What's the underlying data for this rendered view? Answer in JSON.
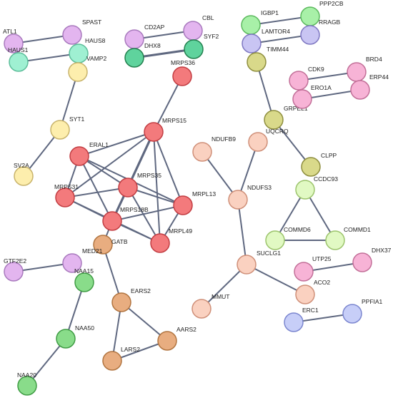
{
  "network": {
    "colors": {
      "violet": [
        "#e3b5ef",
        "#a879bd"
      ],
      "mint": [
        "#9ff0d2",
        "#5cbd99"
      ],
      "yellow": [
        "#fdeead",
        "#c8b36b"
      ],
      "red": [
        "#f37a7c",
        "#c23d42"
      ],
      "peach": [
        "#fad1c0",
        "#cf8f78"
      ],
      "green": [
        "#89dc8a",
        "#3f9c44"
      ],
      "tan": [
        "#e8ad80",
        "#b1743f"
      ],
      "lightgreen": [
        "#a8f0a8",
        "#5cb95e"
      ],
      "lavender": [
        "#c9c5f3",
        "#7e77c1"
      ],
      "olive": [
        "#d9d98a",
        "#8e8e3e"
      ],
      "palegreen": [
        "#e1f9c3",
        "#9cc46c"
      ],
      "pink": [
        "#f7b3d6",
        "#c26f98"
      ],
      "blue": [
        "#c7cef8",
        "#7b86cf"
      ],
      "darkgreen": [
        "#5fd39d",
        "#22804e"
      ]
    },
    "nodes": [
      {
        "id": "ATL1",
        "label": "ATL1",
        "color": "violet"
      },
      {
        "id": "SPAST",
        "label": "SPAST",
        "color": "violet"
      },
      {
        "id": "HAUS1",
        "label": "HAUS1",
        "color": "mint"
      },
      {
        "id": "HAUS8",
        "label": "HAUS8",
        "color": "mint"
      },
      {
        "id": "VAMP2",
        "label": "VAMP2",
        "color": "yellow"
      },
      {
        "id": "SYT1",
        "label": "SYT1",
        "color": "yellow"
      },
      {
        "id": "SV2A",
        "label": "SV2A",
        "color": "yellow"
      },
      {
        "id": "CD2AP",
        "label": "CD2AP",
        "color": "violet"
      },
      {
        "id": "CBL",
        "label": "CBL",
        "color": "violet"
      },
      {
        "id": "DHX8",
        "label": "DHX8",
        "color": "darkgreen"
      },
      {
        "id": "SYF2",
        "label": "SYF2",
        "color": "darkgreen"
      },
      {
        "id": "MRPS36",
        "label": "MRPS36",
        "color": "red"
      },
      {
        "id": "MRPS15",
        "label": "MRPS15",
        "color": "red"
      },
      {
        "id": "ERAL1",
        "label": "ERAL1",
        "color": "red"
      },
      {
        "id": "MRPS35",
        "label": "MRPS35",
        "color": "red"
      },
      {
        "id": "MRPS31",
        "label": "MRPS31",
        "color": "red"
      },
      {
        "id": "MRPL13",
        "label": "MRPL13",
        "color": "red"
      },
      {
        "id": "MRPS18B",
        "label": "MRPS18B",
        "color": "red"
      },
      {
        "id": "MRPL49",
        "label": "MRPL49",
        "color": "red"
      },
      {
        "id": "GATB",
        "label": "GATB",
        "color": "tan"
      },
      {
        "id": "IGBP1",
        "label": "IGBP1",
        "color": "lightgreen"
      },
      {
        "id": "PPP2CB",
        "label": "PPP2CB",
        "color": "lightgreen"
      },
      {
        "id": "LAMTOR4",
        "label": "LAMTOR4",
        "color": "lavender"
      },
      {
        "id": "RRAGB",
        "label": "RRAGB",
        "color": "lavender"
      },
      {
        "id": "TIMM44",
        "label": "TIMM44",
        "color": "olive"
      },
      {
        "id": "GRPEL1",
        "label": "GRPEL1",
        "color": "olive"
      },
      {
        "id": "CLPP",
        "label": "CLPP",
        "color": "olive"
      },
      {
        "id": "CDK9",
        "label": "CDK9",
        "color": "pink"
      },
      {
        "id": "BRD4",
        "label": "BRD4",
        "color": "pink"
      },
      {
        "id": "ERO1A",
        "label": "ERO1A",
        "color": "pink"
      },
      {
        "id": "ERP44",
        "label": "ERP44",
        "color": "pink"
      },
      {
        "id": "NDUFB9",
        "label": "NDUFB9",
        "color": "peach"
      },
      {
        "id": "UQCRQ",
        "label": "UQCRQ",
        "color": "peach"
      },
      {
        "id": "NDUFS3",
        "label": "NDUFS3",
        "color": "peach"
      },
      {
        "id": "SUCLG1",
        "label": "SUCLG1",
        "color": "peach"
      },
      {
        "id": "MMUT",
        "label": "MMUT",
        "color": "peach"
      },
      {
        "id": "ACO2",
        "label": "ACO2",
        "color": "peach"
      },
      {
        "id": "CCDC93",
        "label": "CCDC93",
        "color": "palegreen"
      },
      {
        "id": "COMMD6",
        "label": "COMMD6",
        "color": "palegreen"
      },
      {
        "id": "COMMD1",
        "label": "COMMD1",
        "color": "palegreen"
      },
      {
        "id": "UTP25",
        "label": "UTP25",
        "color": "pink"
      },
      {
        "id": "DHX37",
        "label": "DHX37",
        "color": "pink"
      },
      {
        "id": "ERC1",
        "label": "ERC1",
        "color": "blue"
      },
      {
        "id": "PPFIA1",
        "label": "PPFIA1",
        "color": "blue"
      },
      {
        "id": "GTF2E2",
        "label": "GTF2E2",
        "color": "violet"
      },
      {
        "id": "MED21",
        "label": "MED21",
        "color": "violet"
      },
      {
        "id": "NAA15",
        "label": "NAA15",
        "color": "green"
      },
      {
        "id": "NAA50",
        "label": "NAA50",
        "color": "green"
      },
      {
        "id": "NAA20",
        "label": "NAA20",
        "color": "green"
      },
      {
        "id": "EARS2",
        "label": "EARS2",
        "color": "tan"
      },
      {
        "id": "AARS2",
        "label": "AARS2",
        "color": "tan"
      },
      {
        "id": "LARS2",
        "label": "LARS2",
        "color": "tan"
      }
    ],
    "edges": [
      {
        "source": "ATL1",
        "target": "SPAST",
        "weight": 2
      },
      {
        "source": "HAUS1",
        "target": "HAUS8",
        "weight": 2
      },
      {
        "source": "VAMP2",
        "target": "SYT1",
        "weight": 2
      },
      {
        "source": "SYT1",
        "target": "SV2A",
        "weight": 2
      },
      {
        "source": "CD2AP",
        "target": "CBL",
        "weight": 2
      },
      {
        "source": "DHX8",
        "target": "SYF2",
        "weight": 3
      },
      {
        "source": "MRPS36",
        "target": "MRPS15",
        "weight": 2
      },
      {
        "source": "MRPS15",
        "target": "ERAL1",
        "weight": 2
      },
      {
        "source": "MRPS15",
        "target": "MRPS35",
        "weight": 3
      },
      {
        "source": "MRPS15",
        "target": "MRPS31",
        "weight": 2
      },
      {
        "source": "MRPS15",
        "target": "MRPS18B",
        "weight": 3
      },
      {
        "source": "MRPS15",
        "target": "MRPL13",
        "weight": 2
      },
      {
        "source": "MRPS15",
        "target": "MRPL49",
        "weight": 2
      },
      {
        "source": "ERAL1",
        "target": "MRPS35",
        "weight": 2
      },
      {
        "source": "ERAL1",
        "target": "MRPS18B",
        "weight": 2
      },
      {
        "source": "ERAL1",
        "target": "MRPS31",
        "weight": 2
      },
      {
        "source": "ERAL1",
        "target": "MRPL13",
        "weight": 2
      },
      {
        "source": "MRPS35",
        "target": "MRPS31",
        "weight": 2
      },
      {
        "source": "MRPS35",
        "target": "MRPS18B",
        "weight": 3
      },
      {
        "source": "MRPS35",
        "target": "MRPL13",
        "weight": 2
      },
      {
        "source": "MRPS35",
        "target": "MRPL49",
        "weight": 2
      },
      {
        "source": "MRPS31",
        "target": "MRPS18B",
        "weight": 2
      },
      {
        "source": "MRPS31",
        "target": "MRPL49",
        "weight": 2
      },
      {
        "source": "MRPS18B",
        "target": "MRPL49",
        "weight": 2
      },
      {
        "source": "MRPS18B",
        "target": "MRPL13",
        "weight": 2
      },
      {
        "source": "MRPL13",
        "target": "MRPL49",
        "weight": 2
      },
      {
        "source": "MRPS18B",
        "target": "GATB",
        "weight": 2
      },
      {
        "source": "IGBP1",
        "target": "PPP2CB",
        "weight": 2
      },
      {
        "source": "LAMTOR4",
        "target": "RRAGB",
        "weight": 2
      },
      {
        "source": "TIMM44",
        "target": "GRPEL1",
        "weight": 2
      },
      {
        "source": "GRPEL1",
        "target": "CLPP",
        "weight": 2
      },
      {
        "source": "CDK9",
        "target": "BRD4",
        "weight": 2
      },
      {
        "source": "ERO1A",
        "target": "ERP44",
        "weight": 2
      },
      {
        "source": "NDUFB9",
        "target": "NDUFS3",
        "weight": 2
      },
      {
        "source": "UQCRQ",
        "target": "NDUFS3",
        "weight": 2
      },
      {
        "source": "NDUFS3",
        "target": "SUCLG1",
        "weight": 2
      },
      {
        "source": "SUCLG1",
        "target": "MMUT",
        "weight": 2
      },
      {
        "source": "SUCLG1",
        "target": "ACO2",
        "weight": 2
      },
      {
        "source": "CCDC93",
        "target": "COMMD6",
        "weight": 2
      },
      {
        "source": "CCDC93",
        "target": "COMMD1",
        "weight": 2
      },
      {
        "source": "COMMD6",
        "target": "COMMD1",
        "weight": 2
      },
      {
        "source": "UTP25",
        "target": "DHX37",
        "weight": 2
      },
      {
        "source": "ERC1",
        "target": "PPFIA1",
        "weight": 2
      },
      {
        "source": "GTF2E2",
        "target": "MED21",
        "weight": 2
      },
      {
        "source": "NAA15",
        "target": "NAA50",
        "weight": 2
      },
      {
        "source": "NAA50",
        "target": "NAA20",
        "weight": 2
      },
      {
        "source": "GATB",
        "target": "EARS2",
        "weight": 2
      },
      {
        "source": "EARS2",
        "target": "AARS2",
        "weight": 2
      },
      {
        "source": "EARS2",
        "target": "LARS2",
        "weight": 2
      },
      {
        "source": "LARS2",
        "target": "AARS2",
        "weight": 2
      }
    ]
  }
}
